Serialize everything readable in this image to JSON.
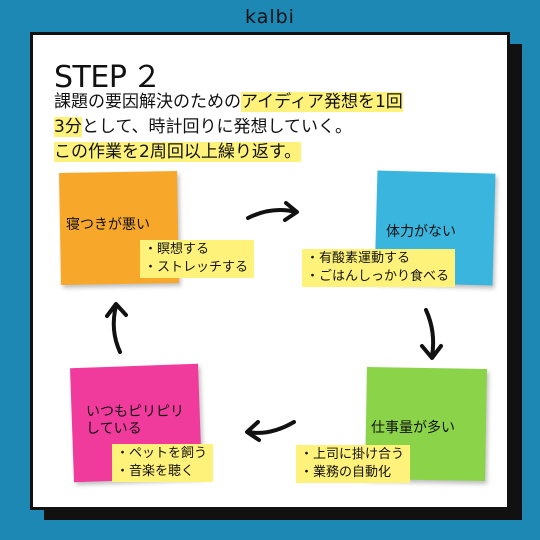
{
  "brand": "kalbi",
  "heading": "STEP ２",
  "intro": {
    "line1_a": "課題の要因解決のための",
    "line1_b": "アイディア発想を1回",
    "line2_a": "3分",
    "line2_b": "として、時計回りに発想していく。",
    "line3": "この作業を2周回以上繰り返す。"
  },
  "notes": {
    "orange": {
      "title": "寝つきが悪い",
      "items": [
        "瞑想する",
        "ストレッチする"
      ],
      "color": "#f7a82a"
    },
    "blue": {
      "title": "体力がない",
      "items": [
        "有酸素運動する",
        "ごはんしっかり食べる"
      ],
      "color": "#3ab6de"
    },
    "green": {
      "title": "仕事量が多い",
      "items": [
        "上司に掛け合う",
        "業務の自動化"
      ],
      "color": "#8bd44a"
    },
    "pink": {
      "title_line1": "いつもピリピリ",
      "title_line2": "している",
      "items": [
        "ペットを飼う",
        "音楽を聴く"
      ],
      "color": "#f03a9c"
    }
  },
  "colors": {
    "background": "#1e88b5",
    "highlight": "#fff27a",
    "card": "#ffffff",
    "ink": "#111111"
  },
  "icons": [
    "arrow-right-icon",
    "arrow-down-icon",
    "arrow-left-icon",
    "arrow-up-icon"
  ]
}
